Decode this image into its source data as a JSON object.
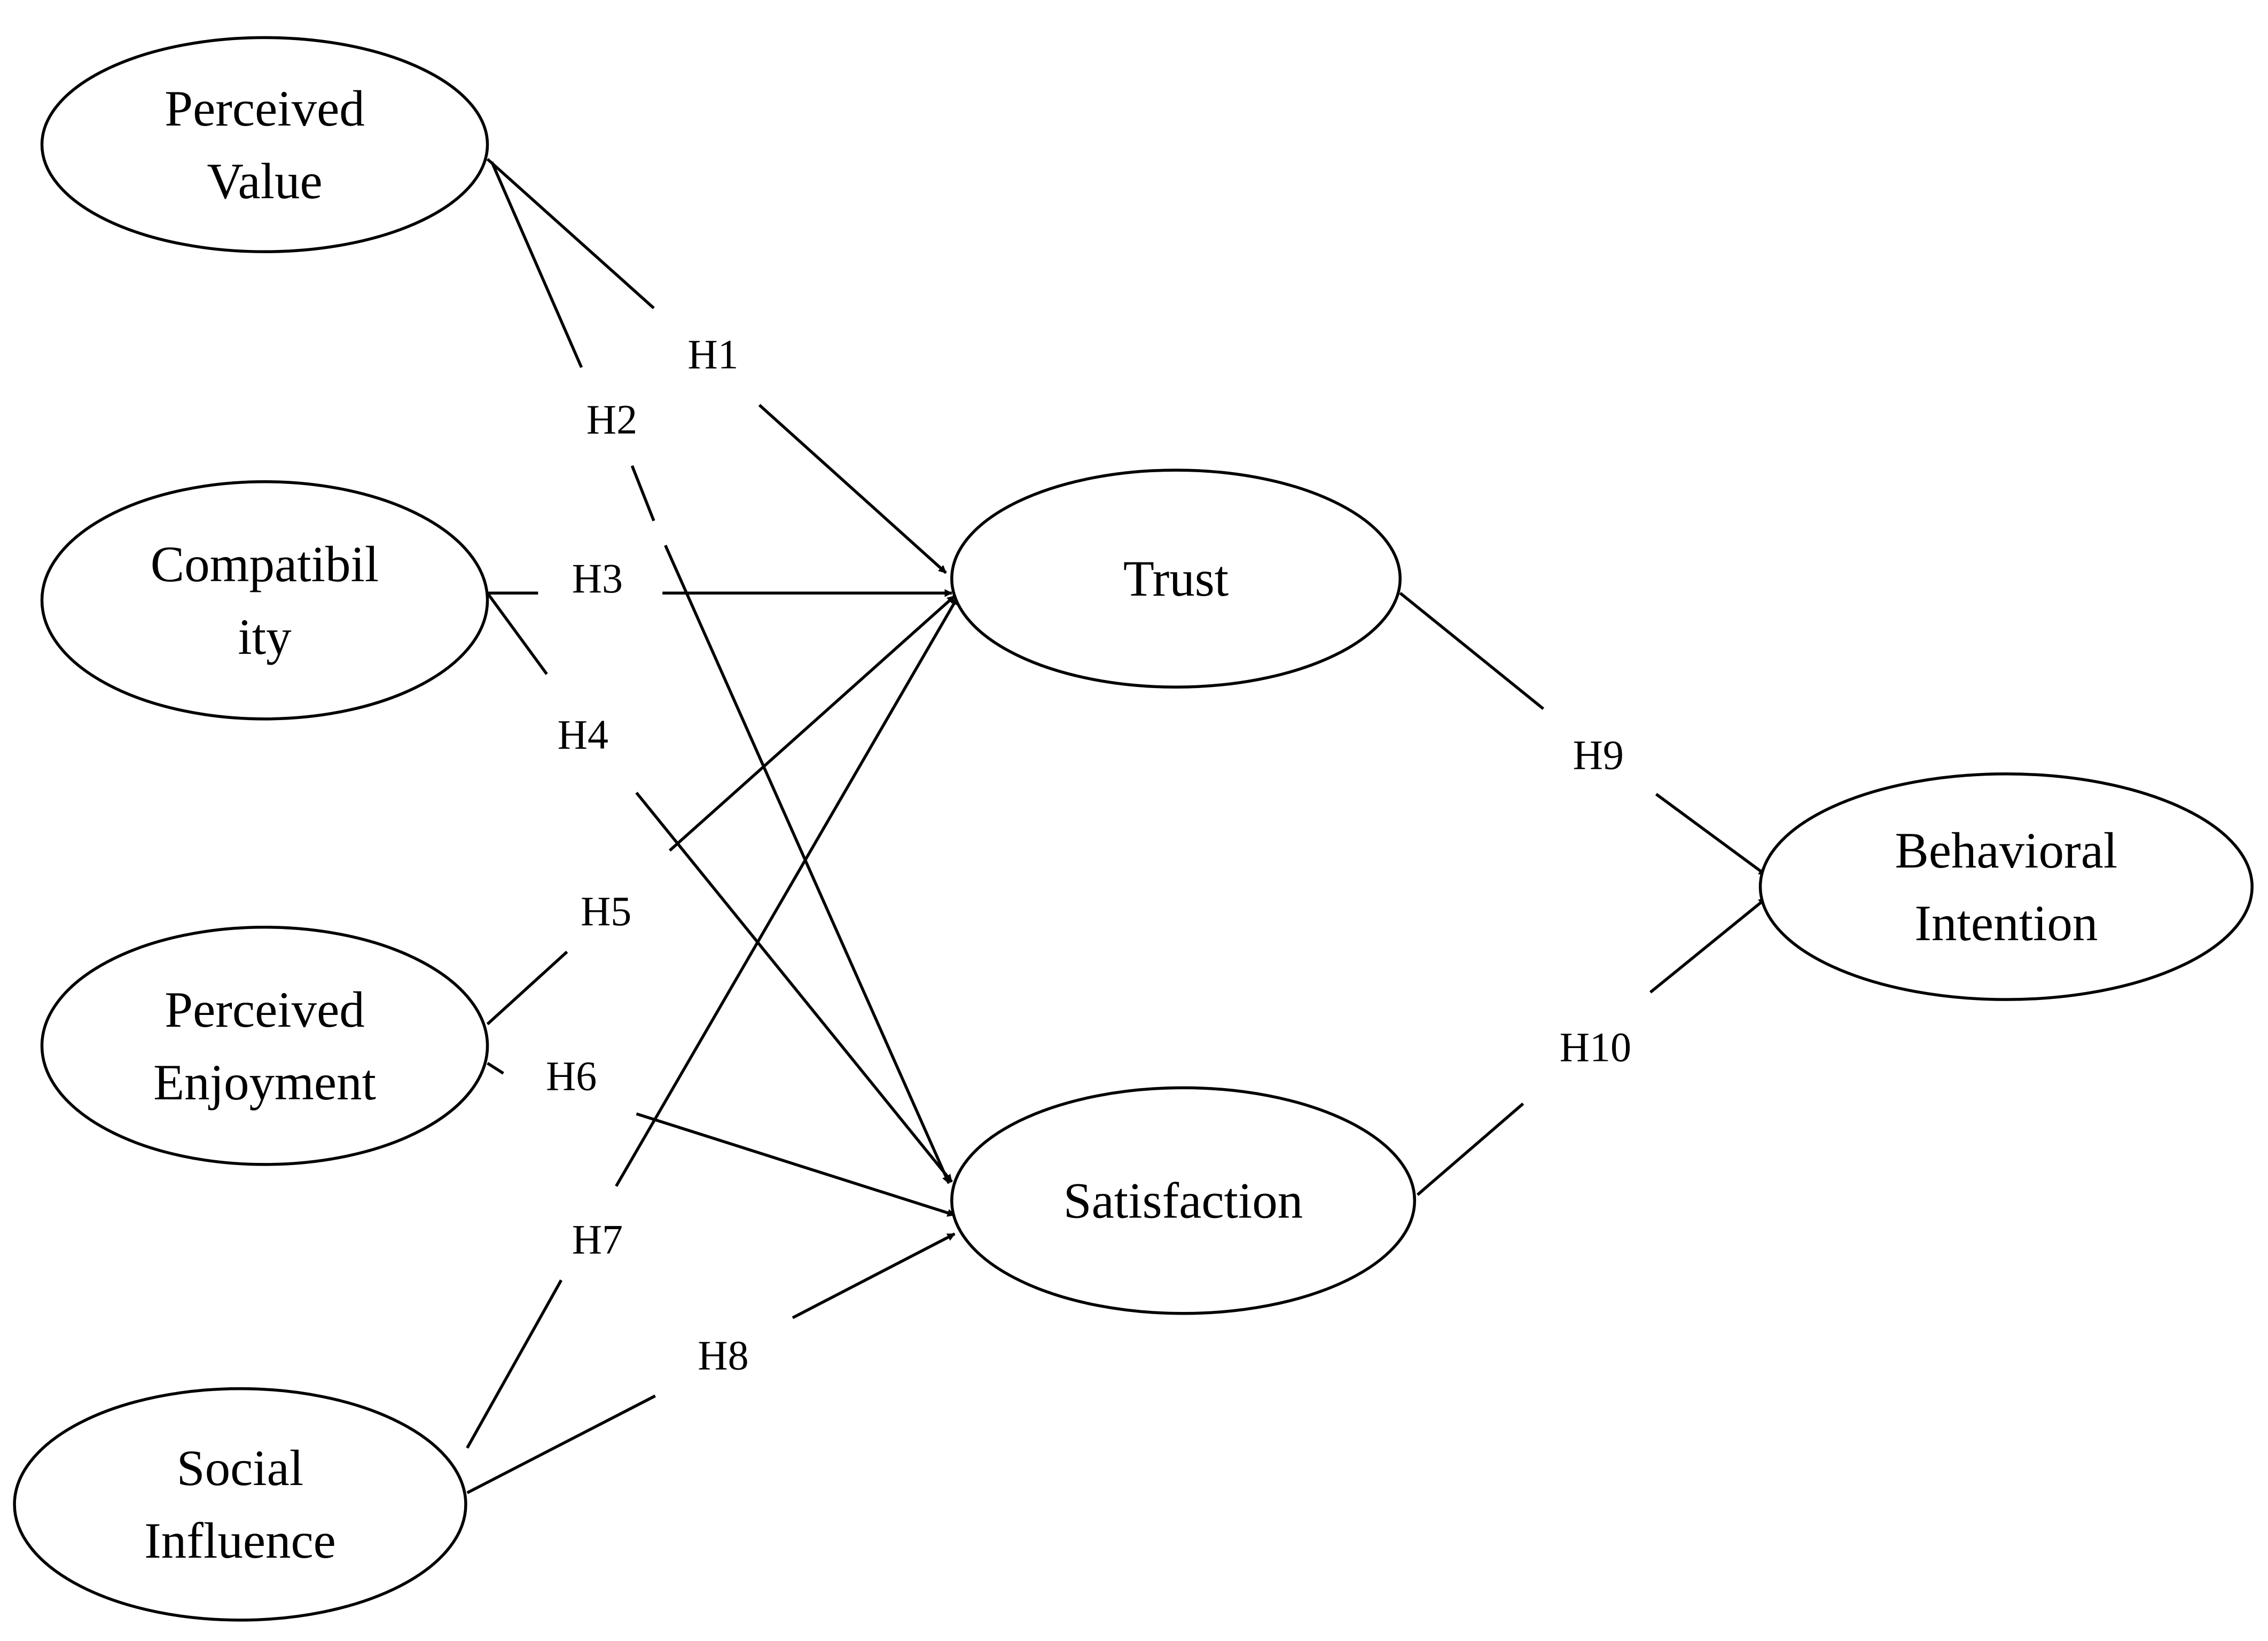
{
  "diagram": {
    "nodes": {
      "perceived_value": [
        "Perceived",
        "Value"
      ],
      "compatibility": [
        "Compatibil",
        "ity"
      ],
      "perceived_enjoyment": [
        "Perceived",
        "Enjoyment"
      ],
      "social_influence": [
        "Social",
        "Influence"
      ],
      "trust": [
        "Trust"
      ],
      "satisfaction": [
        "Satisfaction"
      ],
      "behavioral_intention": [
        "Behavioral",
        "Intention"
      ]
    },
    "edges": [
      {
        "id": "h1",
        "label": "H1",
        "from": "perceived_value",
        "to": "trust"
      },
      {
        "id": "h2",
        "label": "H2",
        "from": "perceived_value",
        "to": "satisfaction"
      },
      {
        "id": "h3",
        "label": "H3",
        "from": "compatibility",
        "to": "trust"
      },
      {
        "id": "h4",
        "label": "H4",
        "from": "compatibility",
        "to": "satisfaction"
      },
      {
        "id": "h5",
        "label": "H5",
        "from": "perceived_enjoyment",
        "to": "trust"
      },
      {
        "id": "h6",
        "label": "H6",
        "from": "perceived_enjoyment",
        "to": "satisfaction"
      },
      {
        "id": "h7",
        "label": "H7",
        "from": "social_influence",
        "to": "trust"
      },
      {
        "id": "h8",
        "label": "H8",
        "from": "social_influence",
        "to": "satisfaction"
      },
      {
        "id": "h9",
        "label": "H9",
        "from": "trust",
        "to": "behavioral_intention"
      },
      {
        "id": "h10",
        "label": "H10",
        "from": "satisfaction",
        "to": "behavioral_intention"
      }
    ]
  }
}
